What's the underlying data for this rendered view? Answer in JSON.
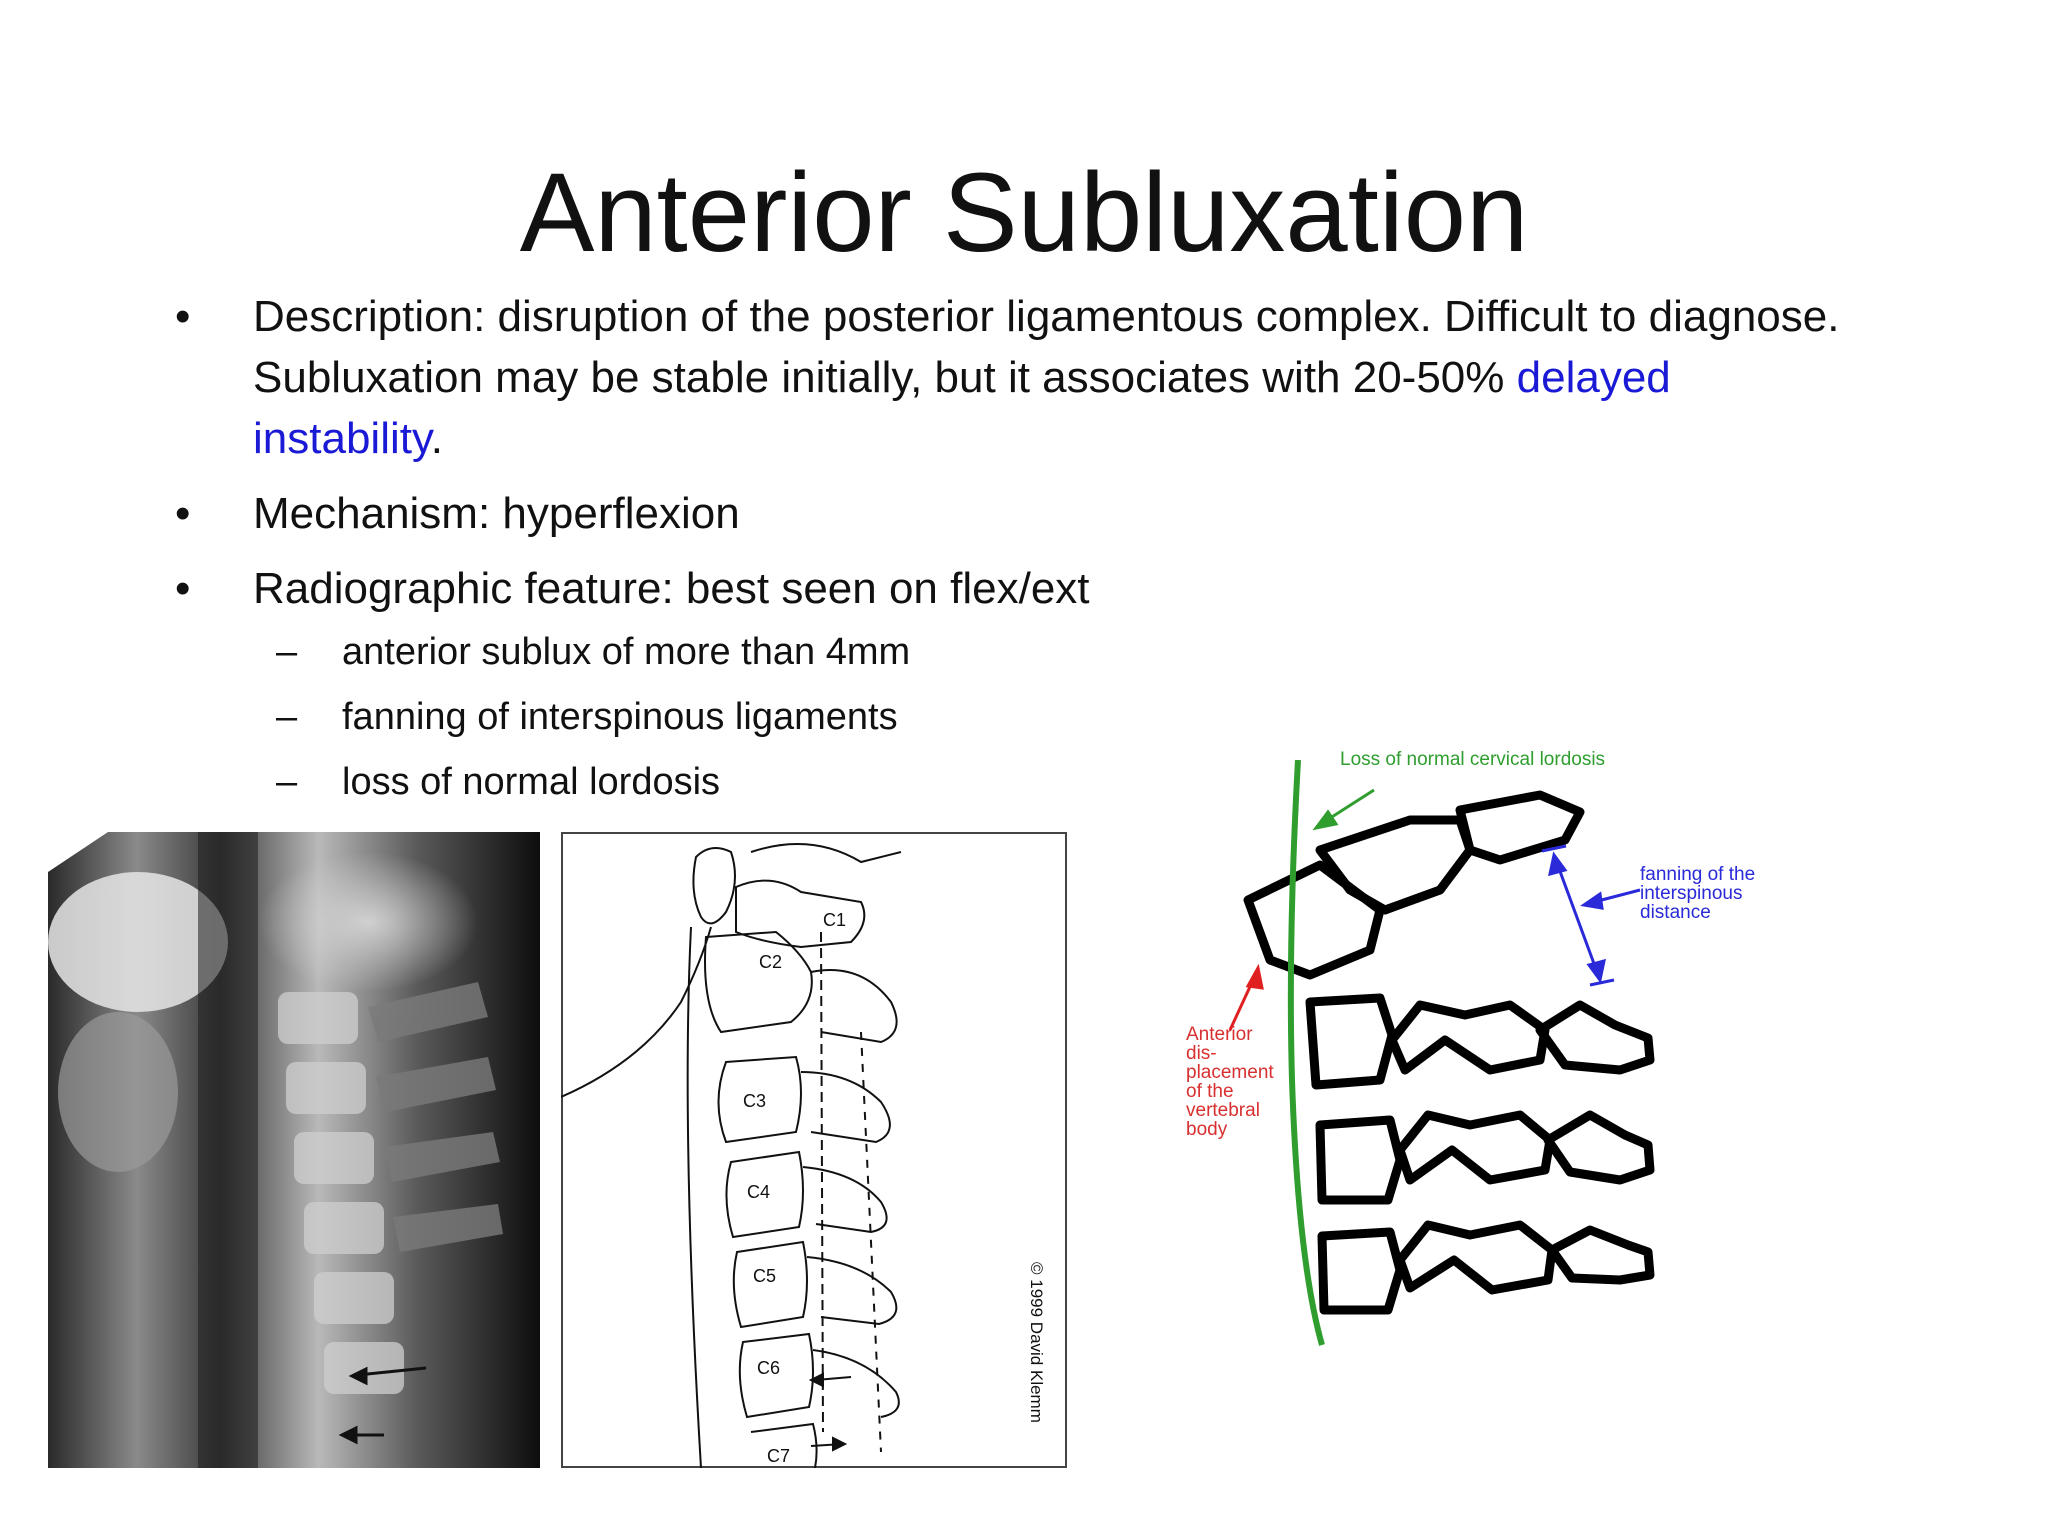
{
  "slide": {
    "title": "Anterior Subluxation",
    "bullets": [
      {
        "text": "Description:  disruption of the posterior ligamentous complex.  Difficult to diagnose.  Subluxation may be stable initially, but it associates with 20-50%",
        "link_text": "delayed instability",
        "trailing": "."
      },
      {
        "text": "Mechanism: hyperflexion"
      },
      {
        "text": "Radiographic feature:  best seen on flex/ext"
      }
    ],
    "sub_bullets": [
      "anterior sublux of more than 4mm",
      "fanning of interspinous ligaments",
      "loss of normal lordosis"
    ],
    "bullet_glyph": "•",
    "dash_glyph": "–"
  },
  "drawing": {
    "vertebra_labels": [
      "C1",
      "C2",
      "C3",
      "C4",
      "C5",
      "C6",
      "C7"
    ],
    "copyright": "© 1999 David Klemm"
  },
  "diagram": {
    "lordosis_label": "Loss of normal cervical lordosis",
    "fanning_label": [
      "fanning of the",
      "interspinous",
      "distance"
    ],
    "anterior_label": [
      "Anterior",
      "dis-",
      "placement",
      "of the",
      "vertebral",
      "body"
    ]
  },
  "colors": {
    "link": "#1a1ad6",
    "lordosis_line": "#2f9e2f",
    "fanning_arrow": "#2a2ad8",
    "anterior_arrow": "#e02020",
    "anterior_text": "#d83030"
  }
}
